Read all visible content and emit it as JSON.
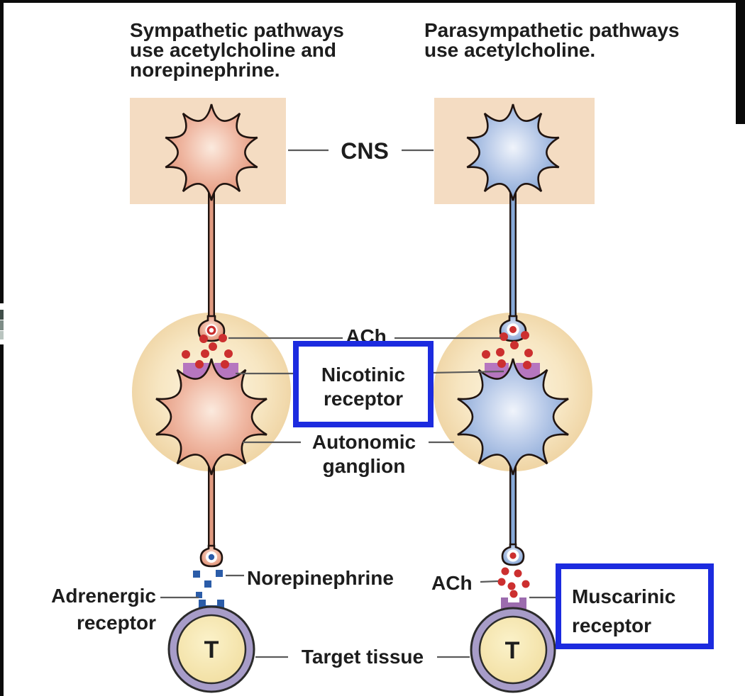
{
  "headers": {
    "left_line1": "Sympathetic pathways",
    "left_line2": "use acetylcholine and",
    "left_line3": "norepinephrine.",
    "right_line1": "Parasympathetic pathways",
    "right_line2": "use acetylcholine."
  },
  "labels": {
    "cns": "CNS",
    "ach_preganglionic": "ACh",
    "nicotinic_line1": "Nicotinic",
    "nicotinic_line2": "receptor",
    "autonomic_line1": "Autonomic",
    "autonomic_line2": "ganglion",
    "norepinephrine": "Norepinephrine",
    "adrenergic_line1": "Adrenergic",
    "adrenergic_line2": "receptor",
    "ach_postganglionic": "ACh",
    "muscarinic_line1": "Muscarinic",
    "muscarinic_line2": "receptor",
    "target_tissue": "Target tissue",
    "target_cell_left": "T",
    "target_cell_right": "T"
  },
  "colors": {
    "highlight_box_border": "#1c2bdf",
    "sympathetic_neuron": "#dd8a6f",
    "parasympathetic_neuron": "#7ba0d4",
    "cns_region": "#f4dcc2",
    "ach_dot": "#cc2f2f",
    "receptor_patch": "#b16cbe",
    "norepinephrine_dot": "#2b5ca8",
    "muscarinic_patch": "#9c6cae",
    "target_ring": "#a79cc8"
  }
}
